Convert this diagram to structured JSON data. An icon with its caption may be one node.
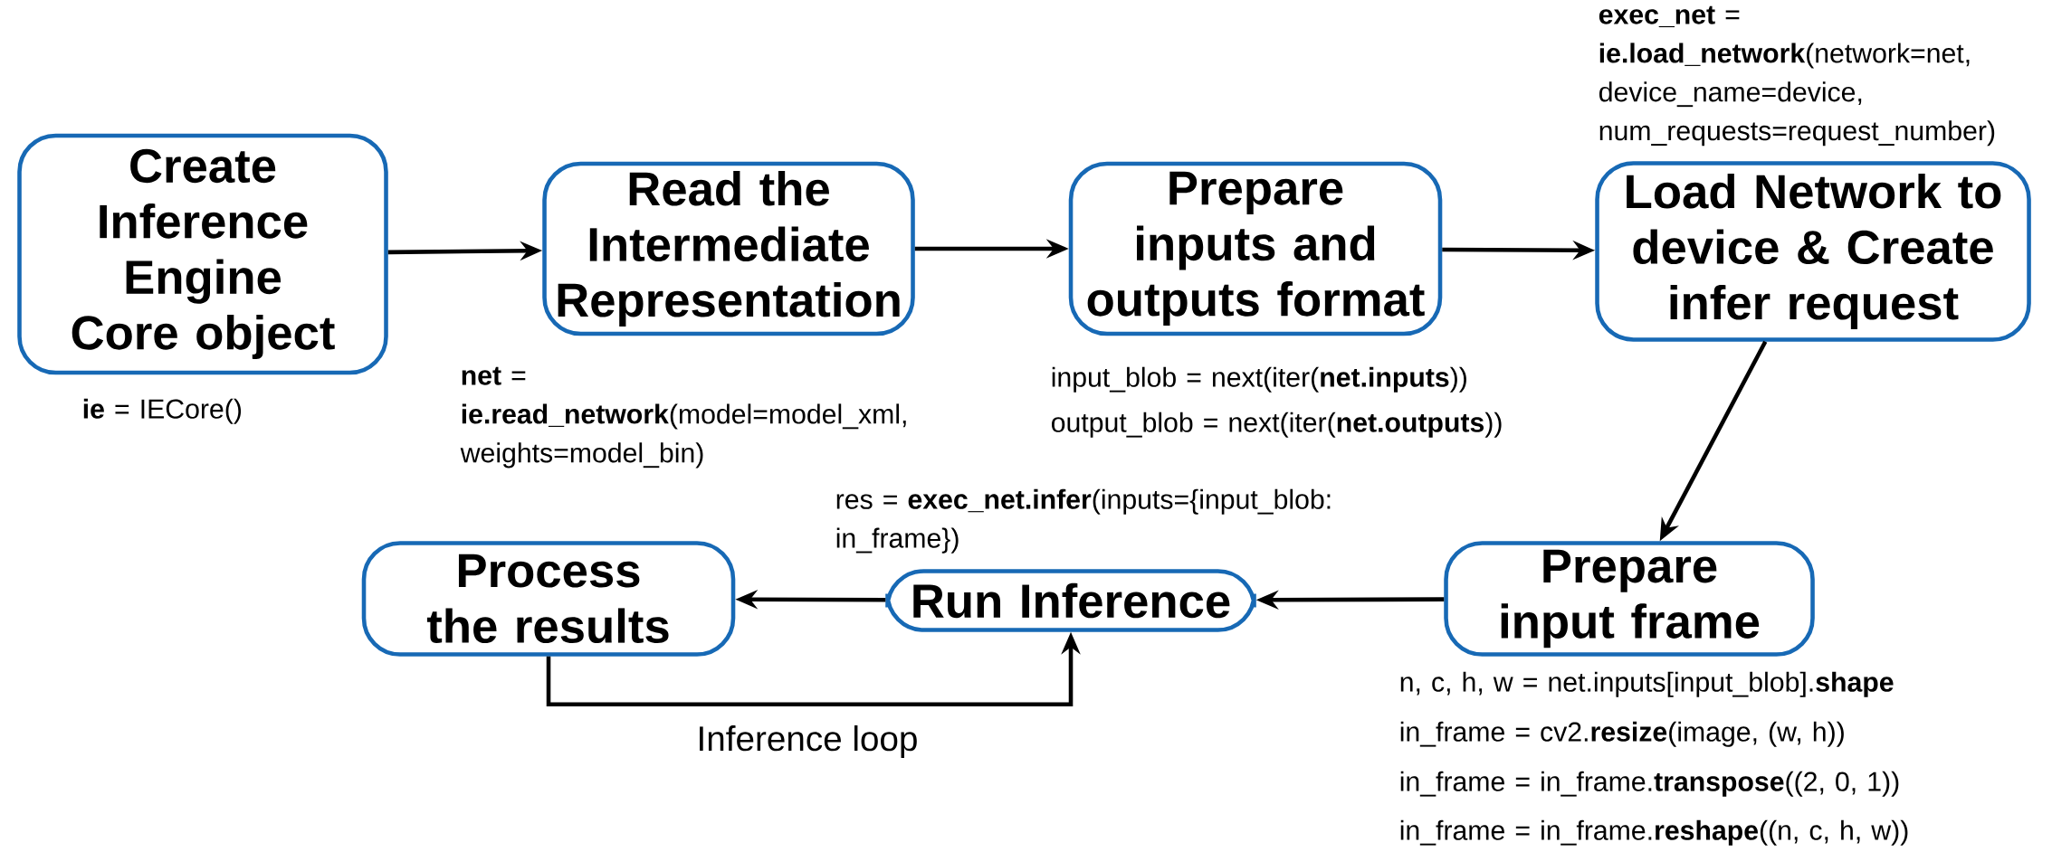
{
  "diagram": {
    "nodes": [
      {
        "text": [
          "Create Inference Engine Core object"
        ],
        "beside": [
          "**ie** = IECore()"
        ]
      },
      {
        "text": [
          "Read the Intermediate Representation"
        ],
        "beside": [
          "**net** = **ie.read_network**(model=model_xml, weights=model_bin)"
        ]
      },
      {
        "text": [
          "Prepare inputs and outputs format"
        ],
        "beside": [
          "input_blob = next(iter(**net.inputs**))",
          "output_blob = next(iter(**net.outputs**))"
        ]
      },
      {
        "text": [
          "Load Network to device & Create infer request"
        ],
        "beside": [
          "**exec_net** = **ie.load_network**(network=net, device_name=device, num_requests=request_number)"
        ]
      },
      {
        "text": [
          "Process the results"
        ]
      },
      {
        "text": [
          "Run Inference"
        ],
        "beside": [
          "res = **exec_net.infer**(inputs={input_blob: in_frame})"
        ]
      },
      {
        "text": [
          "Prepare input frame"
        ],
        "beside": [
          "n, c, h, w = net.inputs[input_blob].**shape**",
          "in_frame = cv2.**resize**(image, (w, h))",
          "in_frame = in_frame.**transpose**((2, 0, 1))",
          "in_frame = in_frame.**reshape**((n, c, h, w))"
        ]
      }
    ],
    "edges": [
      {
        "from": 0,
        "to": 1,
        "arrow": "to"
      },
      {
        "from": 1,
        "to": 2,
        "arrow": "to"
      },
      {
        "from": 2,
        "to": 3,
        "arrow": "to"
      },
      {
        "from": 3,
        "to": 6,
        "arrow": "to"
      },
      {
        "from": 6,
        "to": 5,
        "arrow": "to"
      },
      {
        "from": 5,
        "to": 4,
        "arrow": "to"
      },
      {
        "from": 4,
        "to": 5,
        "arrow": "to",
        "label": "Inference loop"
      }
    ]
  }
}
